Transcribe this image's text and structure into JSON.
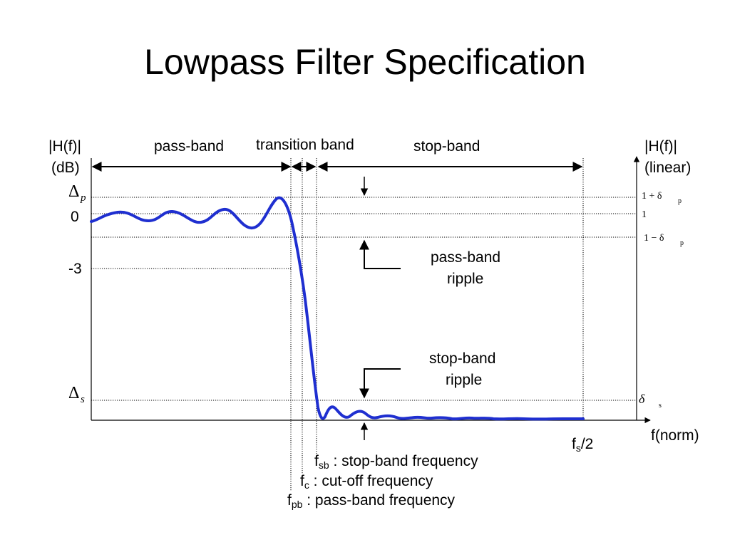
{
  "slide": {
    "title": "Lowpass Filter Specification"
  },
  "diagram": {
    "left_axis": {
      "label_line1": "|H(f)|",
      "label_line2": "(dB)"
    },
    "right_axis": {
      "label_line1": "|H(f)|",
      "label_line2": "(linear)"
    },
    "x_axis": {
      "label": "f(norm)"
    },
    "bands": {
      "pass_band": "pass-band",
      "transition_band": "transition band",
      "stop_band": "stop-band"
    },
    "left_ticks": {
      "delta_p": "Δ",
      "delta_p_sub": "p",
      "zero": "0",
      "minus3": "-3",
      "delta_s": "Δ",
      "delta_s_sub": "s"
    },
    "right_ticks": {
      "one_plus": "1 + δ",
      "one_plus_sub": "p",
      "one": "1",
      "one_minus": "1 − δ",
      "one_minus_sub": "p",
      "delta_s": "δ",
      "delta_s_sub": "s"
    },
    "annotations": {
      "passband_ripple_line1": "pass-band",
      "passband_ripple_line2": "ripple",
      "stopband_ripple_line1": "stop-band",
      "stopband_ripple_line2": "ripple"
    },
    "freq_labels": {
      "fs2_main": "f",
      "fs2_sub": "s",
      "fs2_tail": "/2",
      "fsb_main": "f",
      "fsb_sub": "sb",
      "fsb_tail": " : stop-band  frequency",
      "fc_main": "f",
      "fc_sub": "c",
      "fc_tail": " : cut-off frequency",
      "fpb_main": "f",
      "fpb_sub": "pb",
      "fpb_tail": " : pass-band frequency"
    },
    "colors": {
      "response_curve": "#1f2fd0",
      "lines": "#000000"
    }
  }
}
